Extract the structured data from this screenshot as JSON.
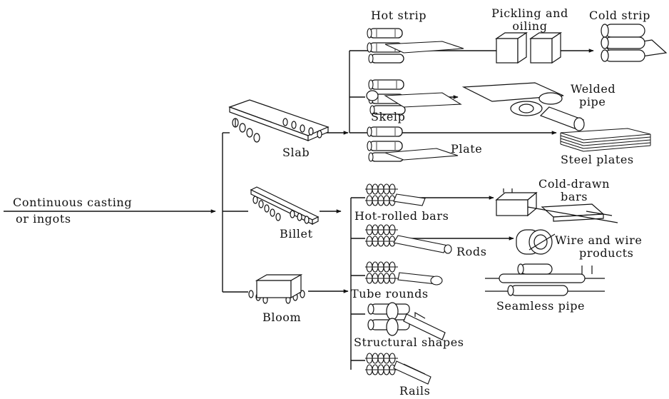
{
  "title": "",
  "labels": {
    "source_line1": "Continuous casting",
    "source_line2": "or ingots",
    "slab": "Slab",
    "billet": "Billet",
    "bloom": "Bloom",
    "hot_strip": "Hot strip",
    "pickling_line1": "Pickling and",
    "pickling_line2": "oiling",
    "cold_strip": "Cold strip",
    "skelp": "Skelp",
    "welded_line1": "Welded",
    "welded_line2": "pipe",
    "plate": "Plate",
    "steel_plates": "Steel plates",
    "hot_rolled_bars": "Hot-rolled bars",
    "cold_drawn_line1": "Cold-drawn",
    "cold_drawn_line2": "bars",
    "rods": "Rods",
    "wire_line1": "Wire and wire",
    "wire_line2": "products",
    "tube_rounds": "Tube rounds",
    "seamless_pipe": "Seamless pipe",
    "structural_shapes": "Structural shapes",
    "rails": "Rails"
  },
  "icons": {
    "slab": "slab-on-rollers-icon",
    "billet": "billet-on-rollers-icon",
    "bloom": "bloom-on-rollers-icon",
    "hot_strip": "hot-strip-mill-icon",
    "pickling": "pickling-tanks-icon",
    "cold_strip": "cold-strip-coil-icon",
    "skelp": "skelp-mill-icon",
    "welded_pipe": "welded-pipe-forming-icon",
    "plate": "plate-mill-icon",
    "steel_plates": "steel-plate-stack-icon",
    "bar_mill": "bar-rolling-stand-icon",
    "cold_drawn": "cold-drawing-die-icon",
    "rod_mill": "rod-rolling-stand-icon",
    "wire_coil": "wire-coil-icon",
    "tube_mill": "tube-round-rolling-icon",
    "seamless": "seamless-pipe-piercer-icon",
    "structural": "structural-shape-rolls-icon",
    "rails": "rail-rolling-stand-icon"
  }
}
